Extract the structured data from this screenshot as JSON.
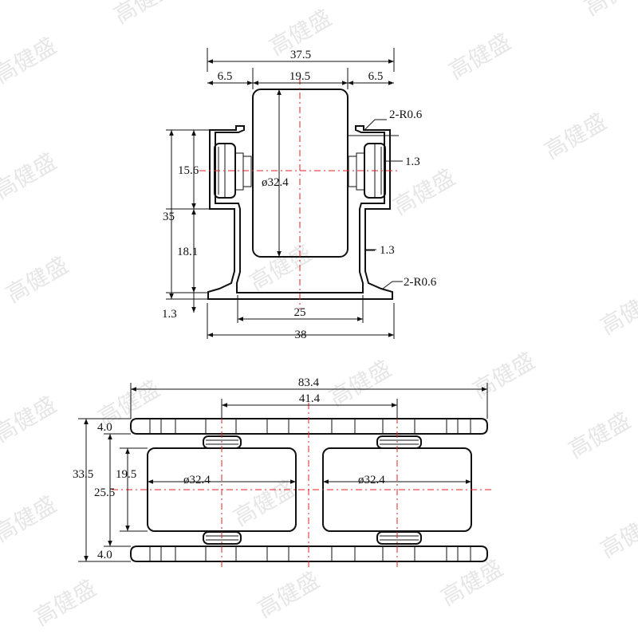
{
  "watermark": {
    "text": "高健盛"
  },
  "colors": {
    "line": "#111111",
    "centerline": "#e02020",
    "watermark": "#d2d2d2"
  },
  "top_view": {
    "dims": {
      "overall_top": "37.5",
      "left_margin": "6.5",
      "roller_width": "19.5",
      "right_margin": "6.5",
      "radius_top": "2-R0.6",
      "thickness_top": "1.3",
      "upper_height": "15.6",
      "roller_diameter": "ø32.4",
      "total_height": "35",
      "thickness_mid": "1.3",
      "lower_height": "18.1",
      "radius_bottom": "2-R0.6",
      "base_thickness": "1.3",
      "inner_width": "25",
      "base_width": "38"
    }
  },
  "bottom_view": {
    "dims": {
      "overall_length": "83.4",
      "roller_pitch": "41.4",
      "plate_top": "4.0",
      "total_height": "33.5",
      "roller_width": "19.5",
      "inner_height": "25.5",
      "diameter_left": "ø32.4",
      "diameter_right": "ø32.4",
      "plate_bottom": "4.0"
    }
  }
}
